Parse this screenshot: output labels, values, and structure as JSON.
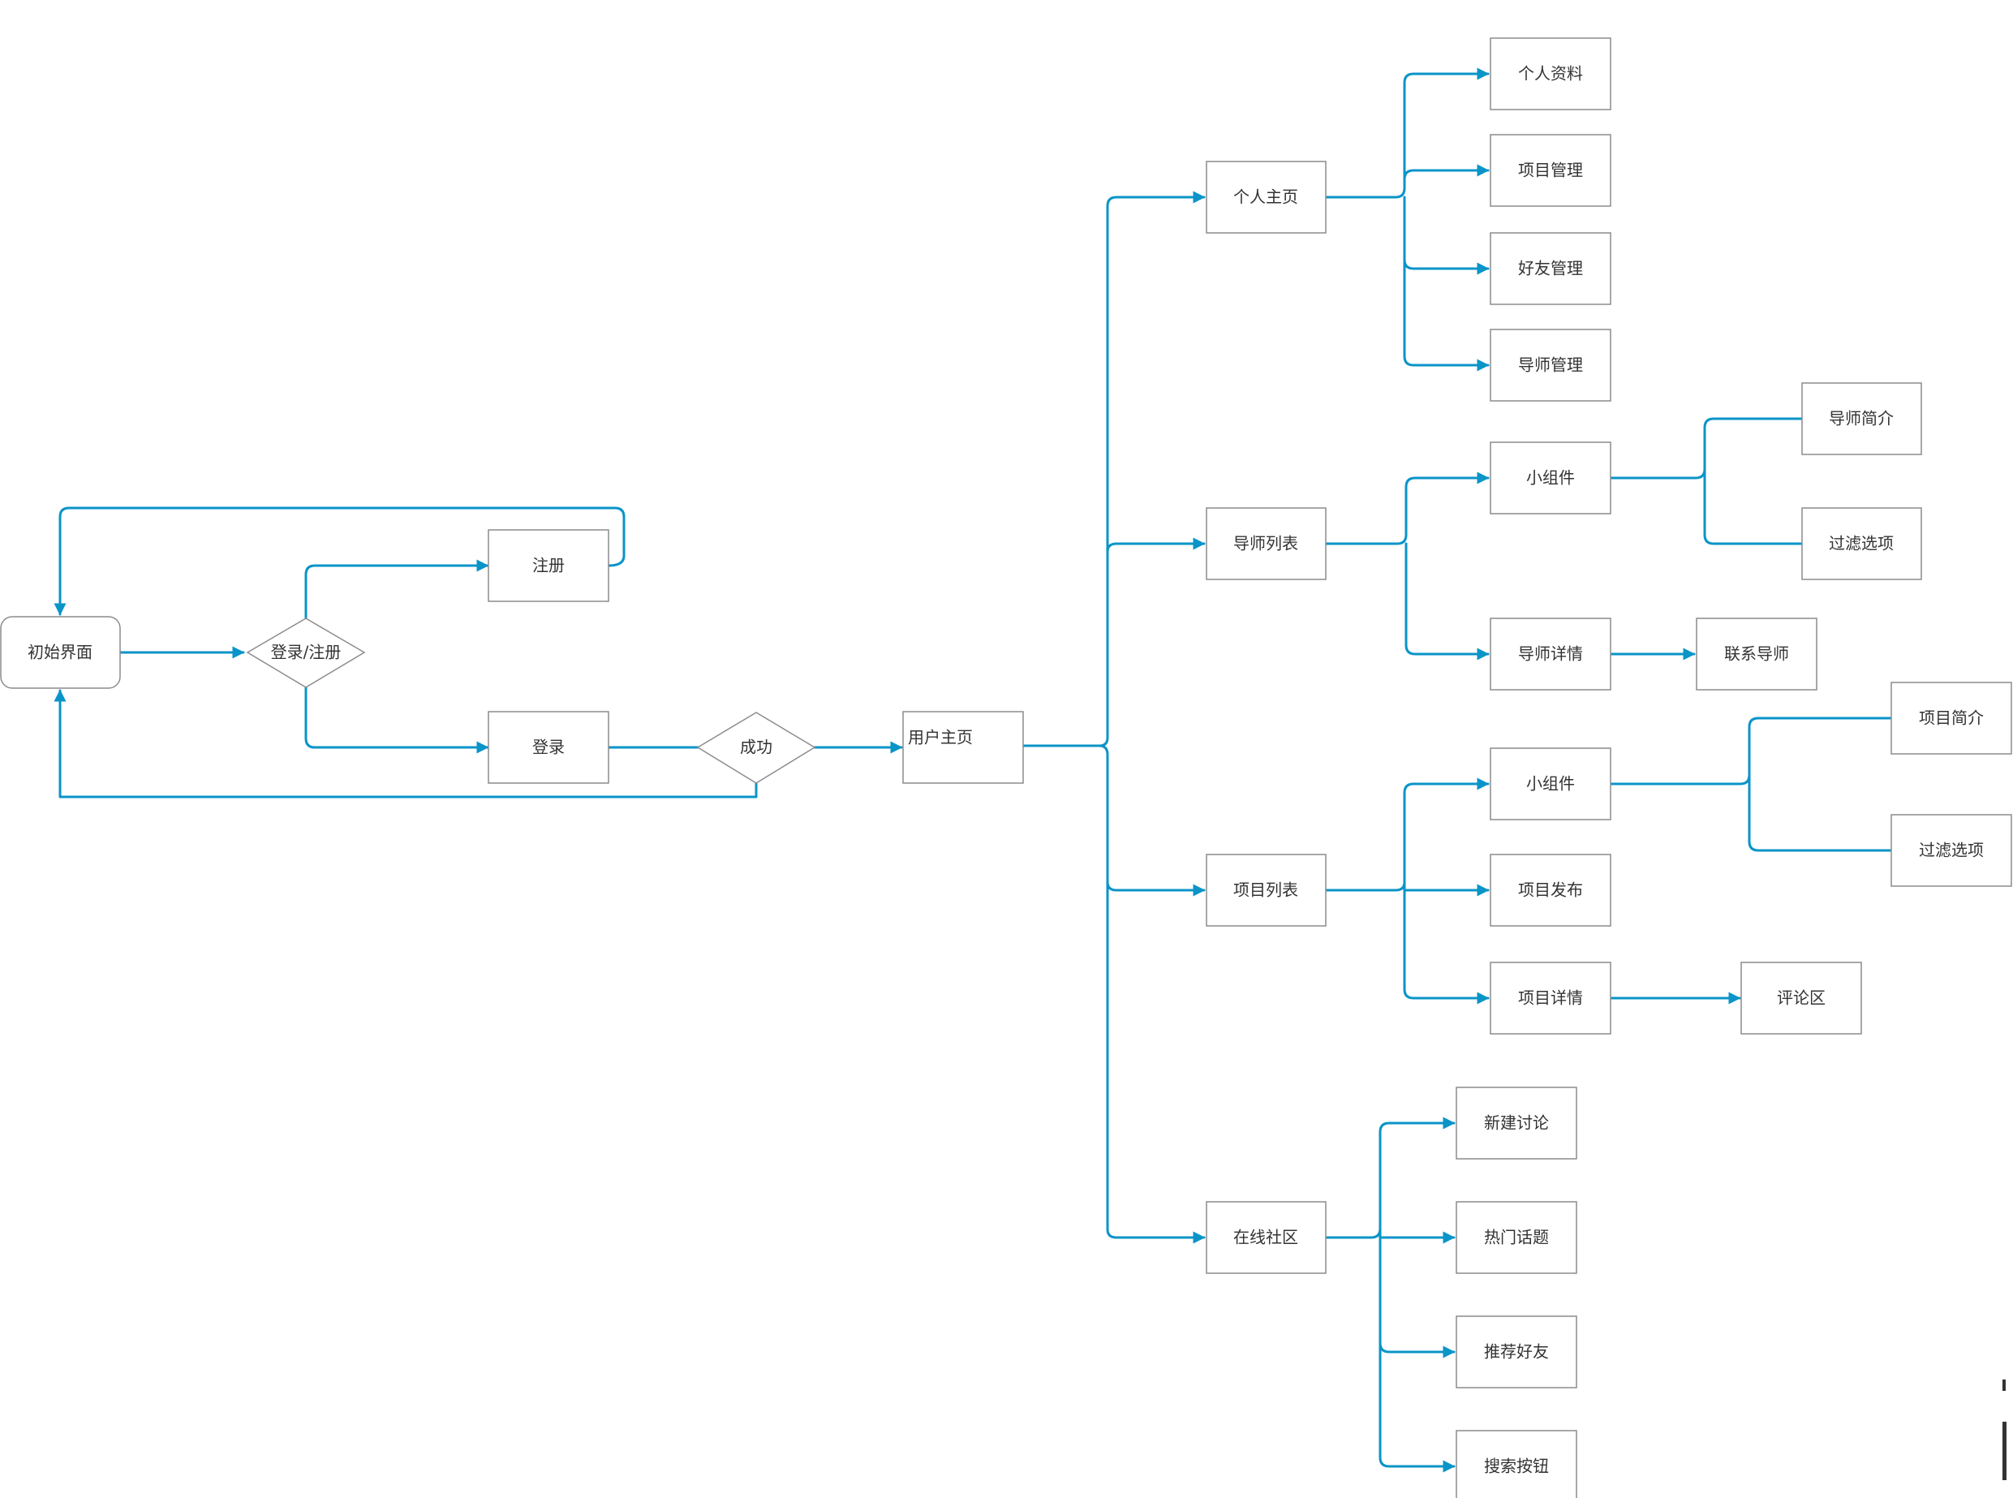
{
  "colors": {
    "connector": "#0a94c8",
    "node_border": "#8c8c8c",
    "text": "#333333",
    "background": "#ffffff"
  },
  "nodes": {
    "start": "初始界面",
    "login_or_register": "登录/注册",
    "register": "注册",
    "login": "登录",
    "success": "成功",
    "user_home": "用户主页",
    "personal_home": "个人主页",
    "profile": "个人资料",
    "project_mgmt": "项目管理",
    "friend_mgmt": "好友管理",
    "mentor_mgmt": "导师管理",
    "mentor_list": "导师列表",
    "mentor_widget": "小组件",
    "mentor_intro": "导师简介",
    "mentor_filter": "过滤选项",
    "mentor_detail": "导师详情",
    "contact_mentor": "联系导师",
    "project_list": "项目列表",
    "project_widget": "小组件",
    "project_intro": "项目简介",
    "project_filter": "过滤选项",
    "project_publish": "项目发布",
    "project_detail": "项目详情",
    "comments": "评论区",
    "community": "在线社区",
    "new_discussion": "新建讨论",
    "hot_topics": "热门话题",
    "recommend_friends": "推荐好友",
    "search_button": "搜索按钮"
  }
}
